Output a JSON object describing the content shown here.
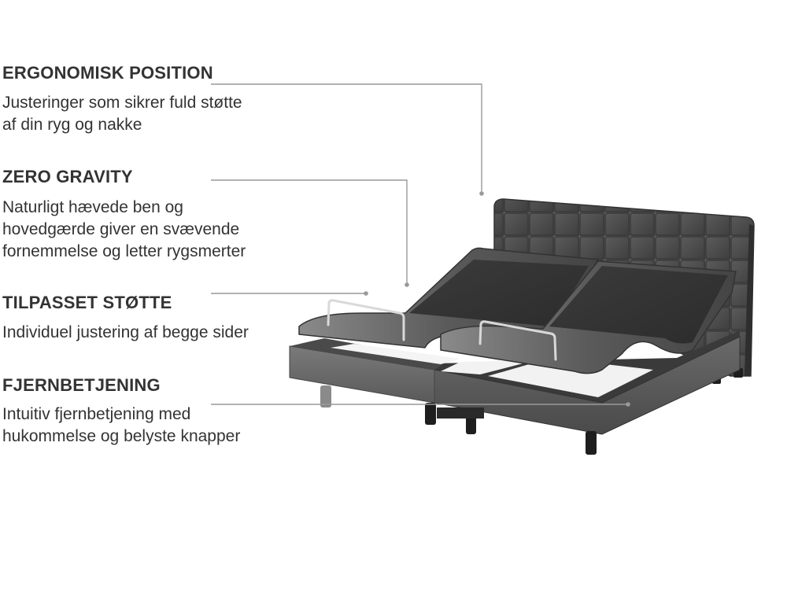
{
  "features": [
    {
      "title": "ERGONOMISK POSITION",
      "lines": [
        "Justeringer som sikrer fuld støtte",
        "af din ryg og nakke"
      ]
    },
    {
      "title": "ZERO GRAVITY",
      "lines": [
        "Naturligt hævede ben og",
        "hovedgærde giver en svævende",
        "fornemmelse og letter rygsmerter"
      ]
    },
    {
      "title": "TILPASSET STØTTE",
      "lines": [
        "Individuel justering af begge sider"
      ]
    },
    {
      "title": "FJERNBETJENING",
      "lines": [
        "Intuitiv fjernbetjening med",
        "hukommelse og belyste knapper"
      ]
    }
  ],
  "colors": {
    "text": "#333333",
    "leader_line": "#999999",
    "headboard": "#4a4a4a",
    "frame": "#5a5a5a",
    "mattress_base": "#4f4f4f",
    "legs": "#1e1e1e",
    "handle": "#d9d9d9"
  }
}
